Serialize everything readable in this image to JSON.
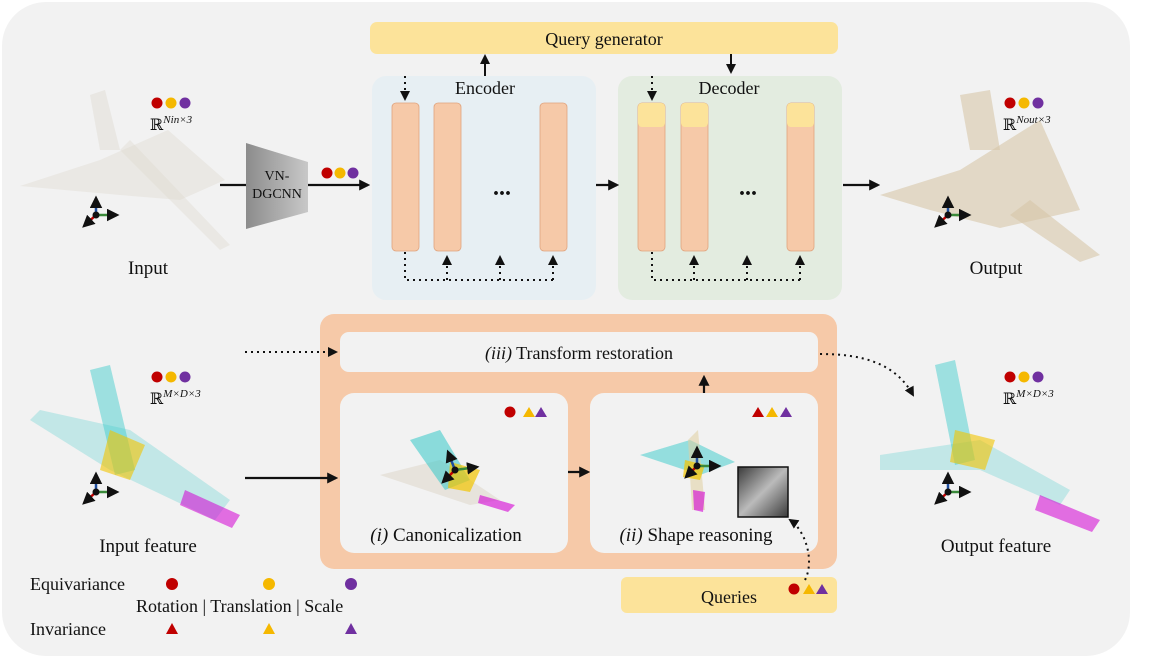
{
  "colors": {
    "background": "#f2f2f2",
    "encoder_panel": "#e7eff3",
    "decoder_panel": "#e3ece0",
    "block": "#f6c9a8",
    "query_token": "#fce39a",
    "query_box": "#fce39a",
    "module_panel": "#f6c9a8",
    "subpanel": "#f2f2f2",
    "rotation": "#c00000",
    "translation": "#f5b800",
    "scale": "#7030a0"
  },
  "top": {
    "query_generator": "Query generator",
    "encoder": "Encoder",
    "decoder": "Decoder",
    "vn_line1": "VN-",
    "vn_line2": "DGCNN",
    "ellipsis": "...",
    "input_label": "Input",
    "output_label": "Output",
    "input_space": "ℝ",
    "input_exp": "Nin×3",
    "output_space": "ℝ",
    "output_exp": "Nout×3"
  },
  "bottom": {
    "restoration_idx": "(iii)",
    "restoration": "Transform restoration",
    "canon_idx": "(i)",
    "canon": "Canonicalization",
    "shape_idx": "(ii)",
    "shape": "Shape reasoning",
    "queries": "Queries",
    "input_feature": "Input feature",
    "output_feature": "Output feature",
    "feat_space": "ℝ",
    "feat_exp": "M×D×3"
  },
  "legend": {
    "equivariance": "Equivariance",
    "invariance": "Invariance",
    "props": "Rotation | Translation |  Scale"
  }
}
